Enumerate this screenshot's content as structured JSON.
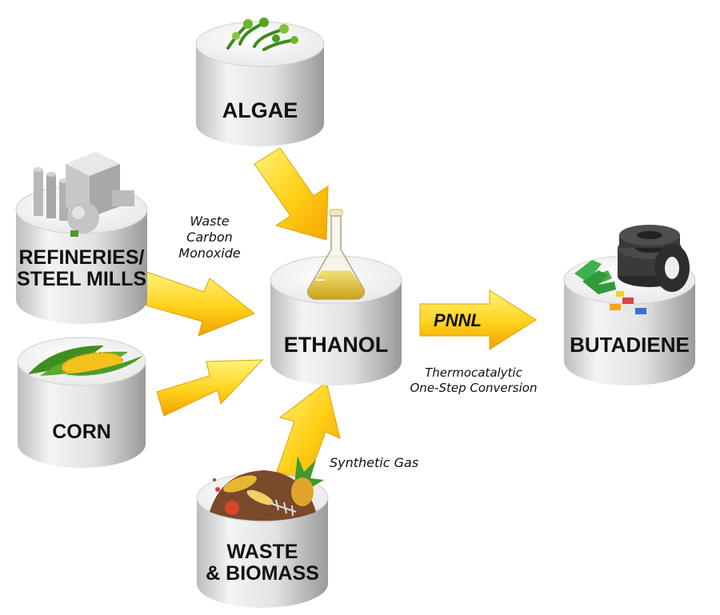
{
  "nodes": {
    "algae": "ALGAE",
    "refineries_line1": "REFINERIES/",
    "refineries_line2": "STEEL MILLS",
    "corn": "CORN",
    "waste_line1": "WASTE",
    "waste_line2": "& BIOMASS",
    "ethanol": "ETHANOL",
    "butadiene": "BUTADIENE"
  },
  "annotations": {
    "waste_co_line1": "Waste",
    "waste_co_line2": "Carbon",
    "waste_co_line3": "Monoxide",
    "synthetic_gas": "Synthetic Gas",
    "pnnl": "PNNL",
    "conversion_line1": "Thermocatalytic",
    "conversion_line2": "One-Step Conversion"
  },
  "colors": {
    "arrow_light": "#fff06a",
    "arrow_mid": "#ffd21a",
    "arrow_dark": "#f5a400",
    "cylinder_top": "#ffffff",
    "cylinder_side": "#dcdcdc"
  },
  "icons": {
    "algae": "seaweed-icon",
    "refineries": "industrial-plant-icon",
    "corn": "corn-cob-icon",
    "waste": "food-waste-pile-icon",
    "ethanol": "erlenmeyer-flask-icon",
    "butadiene": "tires-gloves-bricks-icon"
  }
}
